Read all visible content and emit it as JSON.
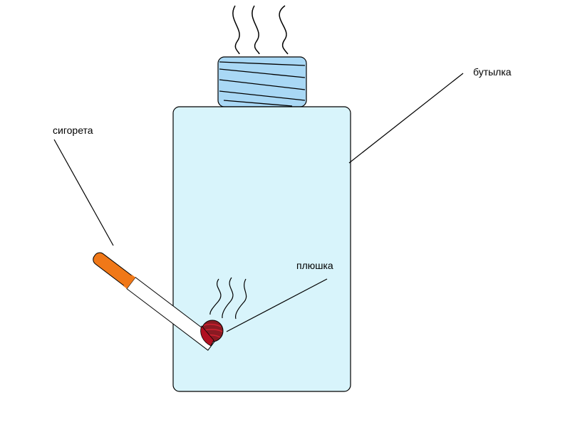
{
  "labels": {
    "bottle": "бутылка",
    "cigarette": "сигорета",
    "bun": "плюшка"
  },
  "colors": {
    "background": "#ffffff",
    "bottle_fill": "#d8f4fb",
    "cap_fill": "#a9d8f5",
    "filter_fill": "#f07818",
    "bun_fill": "#8a1a22",
    "bun_outer": "#b01020",
    "stroke": "#000000"
  },
  "icons": {
    "smoke_top": "smoke-wisps-icon",
    "smoke_bun": "smoke-wisps-icon"
  }
}
